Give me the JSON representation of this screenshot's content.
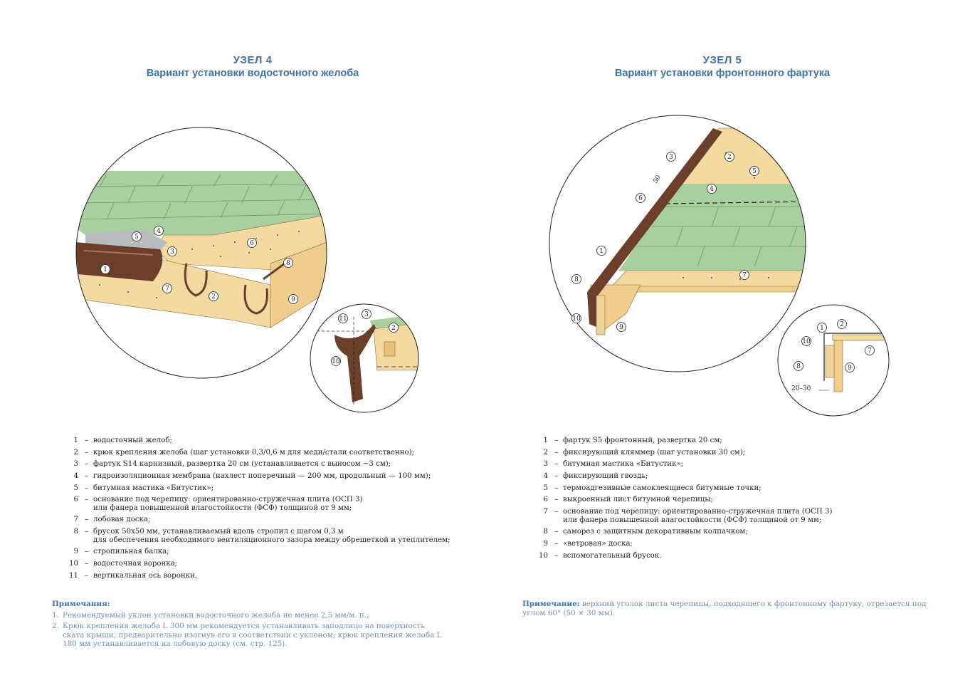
{
  "uzel4": {
    "title": "УЗЕЛ 4",
    "subtitle": "Вариант установки водосточного желоба",
    "callouts": [
      "1",
      "2",
      "3",
      "4",
      "5",
      "6",
      "7",
      "8",
      "9"
    ],
    "detail_callouts": [
      "11",
      "3",
      "2",
      "10"
    ],
    "legend": [
      {
        "num": "1",
        "text": "водосточный желоб;"
      },
      {
        "num": "2",
        "text": "крюк крепления желоба (шаг установки 0,3/0,6 м для меди/стали соответственно);"
      },
      {
        "num": "3",
        "text": "фартук S14 карнизный, развертка 20 см (устанавливается с выносом ~3 см);"
      },
      {
        "num": "4",
        "text": "гидроизоляционная мембрана (нахлест поперечный  —  200 мм, продольный  —  100 мм);"
      },
      {
        "num": "5",
        "text": "битумная мастика «Битустик»;"
      },
      {
        "num": "6",
        "text": "основание под черепицу: ориентированно-стружечная плита (ОСП 3)",
        "text2": "или фанера повышенной влагостойкости (ФСФ) толщиной от 9 мм;"
      },
      {
        "num": "7",
        "text": "лобовая доска;"
      },
      {
        "num": "8",
        "text": "брусок 50х50 мм, устанавливаемый вдоль стропил с шагом 0,3 м",
        "text2": "для обеспечения необходимого вентиляционного зазора между обрешеткой и утеплителем;"
      },
      {
        "num": "9",
        "text": "стропильная балка;"
      },
      {
        "num": "10",
        "text": "водосточная воронка;"
      },
      {
        "num": "11",
        "text": "вертикальная ось воронки."
      }
    ],
    "notes_head": "Примечания:",
    "notes": [
      {
        "n": "1.",
        "text": "Рекомендуемый уклон установки водосточного желоба не менее 2,5 мм/м. п.;"
      },
      {
        "n": "2.",
        "text": "Крюк крепления желоба L 300 мм рекомендуется устанавливать заподлицо на поверхность ската крыши, предварительно изогнув его в соответствии с уклоном; крюк крепления желоба L 180 мм устанавливается на лобовую доску (см. стр. 125)."
      }
    ]
  },
  "uzel5": {
    "title": "УЗЕЛ 5",
    "subtitle": "Вариант установки фронтонного фартука",
    "callouts": [
      "3",
      "2",
      "5",
      "6",
      "4",
      "1",
      "7",
      "8",
      "10",
      "9"
    ],
    "dim_50": "50",
    "detail_callouts": [
      "1",
      "2",
      "10",
      "7",
      "8",
      "9"
    ],
    "dim_20_30": "20–30",
    "legend": [
      {
        "num": "1",
        "text": "фартук S5 фронтонный, развертка 20 см;"
      },
      {
        "num": "2",
        "text": "фиксирующий кляммер (шаг установки 30 см);"
      },
      {
        "num": "3",
        "text": "битумная мастика «Битустик»;"
      },
      {
        "num": "4",
        "text": "фиксирующий гвоздь;"
      },
      {
        "num": "5",
        "text": "термоадгезивные самоклеящиеся битумные точки;"
      },
      {
        "num": "6",
        "text": "выкроенный лист битумной черепицы;"
      },
      {
        "num": "7",
        "text": "основание под черепицу: ориентированно-стружечная плита (ОСП 3)",
        "text2": "или фанера повышенной влагостойкости (ФСФ) толщиной от 9 мм;"
      },
      {
        "num": "8",
        "text": "саморез с защитным декоративным колпачком;"
      },
      {
        "num": "9",
        "text": "«ветровая» доска;"
      },
      {
        "num": "10",
        "text": "вспомогательный брусок."
      }
    ],
    "note_head": "Примечание:",
    "note_text": "верхний уголок листа черепицы, подходящего к фронтонному фартуку, отрезается под углом 60° (50 × 30 мм)."
  },
  "colors": {
    "title": "#3f73a8",
    "note": "#6f8fb8",
    "shingle": "#a8cf9e",
    "wood": "#f4d9a0",
    "metal": "#6b3f2a",
    "membrane": "#b9bcbf"
  }
}
